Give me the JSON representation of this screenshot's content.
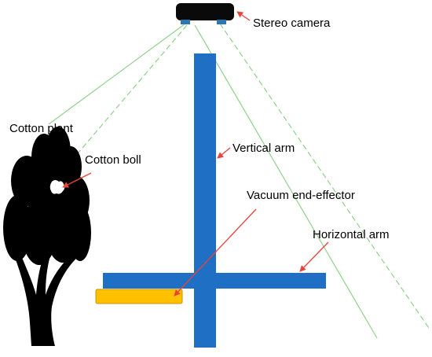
{
  "labels": {
    "stereo_camera": "Stereo camera",
    "cotton_plant": "Cotton plant",
    "cotton_boll": "Cotton boll",
    "vertical_arm": "Vertical arm",
    "vacuum_end_effector": "Vacuum end-effector",
    "horizontal_arm": "Horizontal arm"
  },
  "colors": {
    "arm": "#1f6fc5",
    "end_effector": "#ffc000",
    "camera": "#0a0a0a",
    "lens": "#2e75b6",
    "view_line": "#8fd18a",
    "pointer": "#e8443a",
    "plant": "#000000"
  }
}
